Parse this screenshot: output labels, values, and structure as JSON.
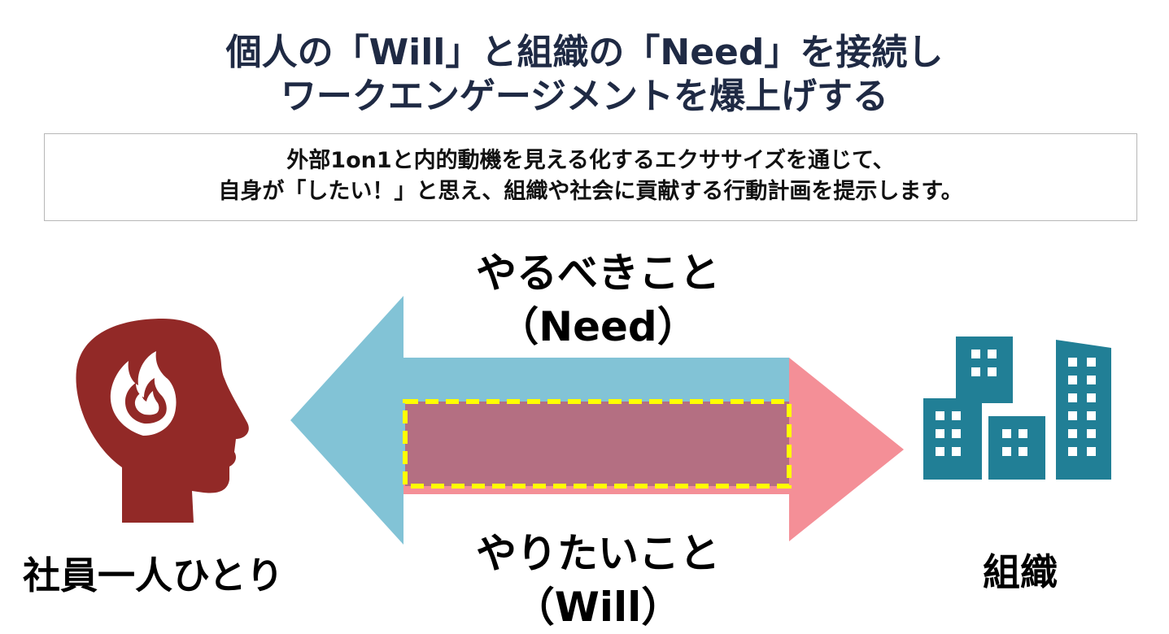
{
  "title": {
    "line1": "個人の「Will」と組織の「Need」を接続し",
    "line2": "ワークエンゲージメントを爆上げする"
  },
  "subtitle": {
    "line1": "外部1on1と内的動機を見える化するエクササイズを通じて、",
    "line2": "自身が「したい！」と思え、組織や社会に貢献する行動計画を提示します。"
  },
  "labels": {
    "need_line1": "やるべきこと",
    "need_line2": "（Need）",
    "will_line1": "やりたいこと",
    "will_line2": "（Will）",
    "person": "社員一人ひとり",
    "organization": "組織"
  },
  "icons": {
    "person": "head-with-flame-icon",
    "organization": "office-buildings-icon"
  },
  "colors": {
    "title_text": "#1f2a44",
    "need_arrow": "#82c3d6",
    "will_arrow": "#f48f97",
    "overlap": "#b46f82",
    "overlap_border": "#ffff00",
    "person_icon": "#922927",
    "building_icon": "#217f96"
  }
}
